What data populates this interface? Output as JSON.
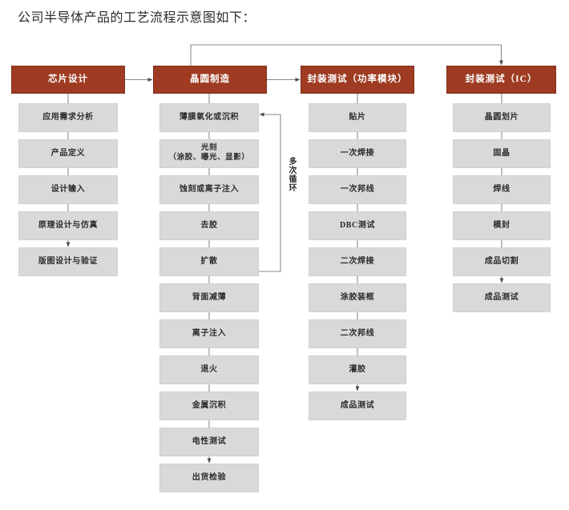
{
  "title": "公司半导体产品的工艺流程示意图如下：",
  "colors": {
    "header_fill": "#9E3B22",
    "header_text": "#FFFFFF",
    "step_fill": "#D9D9D9",
    "step_text": "#2A2A2A",
    "connector": "#7A7A7A",
    "background": "#FFFFFF"
  },
  "annotations": {
    "loop_label": "多次循环"
  },
  "columns": [
    {
      "id": "chip-design",
      "header": "芯片设计",
      "steps": [
        "应用需求分析",
        "产品定义",
        "设计输入",
        "原理设计与仿真",
        "版图设计与验证"
      ]
    },
    {
      "id": "wafer-fab",
      "header": "晶圆制造",
      "steps": [
        "薄膜氧化或沉积",
        "光刻\n（涂胶、曝光、显影）",
        "蚀刻或离子注入",
        "去胶",
        "扩散",
        "背面减薄",
        "离子注入",
        "退火",
        "金属沉积",
        "电性测试",
        "出货检验"
      ]
    },
    {
      "id": "package-test-power-module",
      "header": "封装测试（功率模块）",
      "steps": [
        "贴片",
        "一次焊接",
        "一次邦线",
        "DBC测试",
        "二次焊接",
        "涂胶装框",
        "二次邦线",
        "灌胶",
        "成品测试"
      ]
    },
    {
      "id": "package-test-ic",
      "header": "封装测试（IC）",
      "steps": [
        "晶圆划片",
        "固晶",
        "焊线",
        "模封",
        "成品切割",
        "成品测试"
      ]
    }
  ]
}
